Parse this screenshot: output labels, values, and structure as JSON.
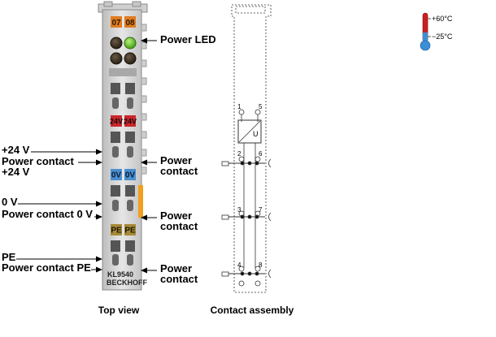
{
  "module": {
    "led_numbers": [
      "07",
      "08"
    ],
    "model": "KL9540",
    "brand": "BECKHOFF",
    "voltage_badges": [
      "24V",
      "24V"
    ],
    "zero_badges": [
      "0V",
      "0V"
    ],
    "pe_badges": [
      "PE",
      "PE"
    ]
  },
  "labels_left": {
    "plus24": "+24 V",
    "power_contact_24_line1": "Power contact",
    "power_contact_24_line2": "+24 V",
    "zero_v": "0 V",
    "power_contact_0v": "Power contact 0 V",
    "pe": "PE",
    "power_contact_pe": "Power contact PE"
  },
  "labels_right": {
    "power_led": "Power LED",
    "power_contact_1_line1": "Power",
    "power_contact_1_line2": "contact",
    "power_contact_2_line1": "Power",
    "power_contact_2_line2": "contact",
    "power_contact_3_line1": "Power",
    "power_contact_3_line2": "contact"
  },
  "captions": {
    "top_view": "Top view",
    "contact_assembly": "Contact assembly"
  },
  "contact_numbers": [
    "1",
    "5",
    "2",
    "6",
    "3",
    "7",
    "4",
    "8"
  ],
  "converter_symbol": "U",
  "temperature": {
    "max": "+60°C",
    "min": "−25°C"
  },
  "colors": {
    "orange_badge": "#e07b1e",
    "led_green": "#6ecf2a",
    "red_badge": "#c8262c",
    "blue_badge": "#4a8fd0",
    "pe_badge": "#a78a37",
    "orange_tab": "#f0a01c",
    "housing": "#dcdcdc",
    "thermo_red": "#cc1f1f",
    "thermo_blue": "#3b8fd6"
  }
}
